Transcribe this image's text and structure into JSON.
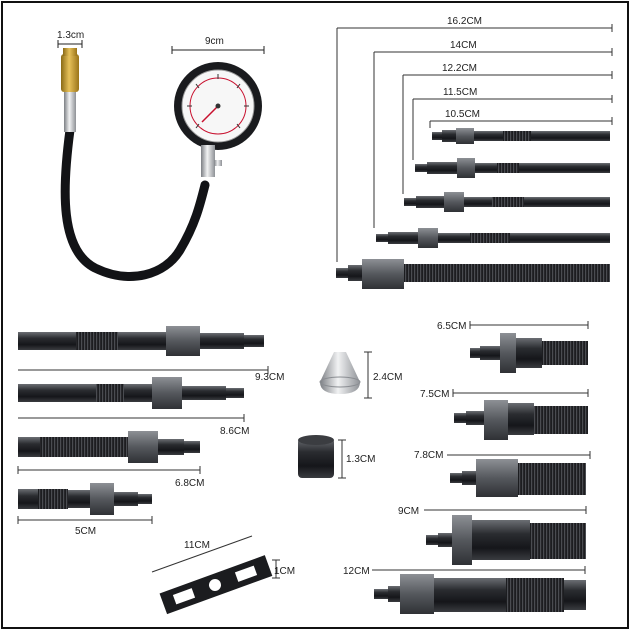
{
  "gauge": {
    "fitting_label": "1.3cm",
    "dial_label": "9cm"
  },
  "extensions": [
    {
      "label": "16.2CM"
    },
    {
      "label": "14CM"
    },
    {
      "label": "12.2CM"
    },
    {
      "label": "11.5CM"
    },
    {
      "label": "10.5CM"
    }
  ],
  "adapters_left": [
    {
      "label": "9.3CM"
    },
    {
      "label": "8.6CM"
    },
    {
      "label": "6.8CM"
    },
    {
      "label": "5CM"
    }
  ],
  "cone": {
    "label": "2.4CM"
  },
  "ring": {
    "label": "1.3CM"
  },
  "wrench": {
    "length_label": "11CM",
    "height_label": "1CM"
  },
  "adapters_right": [
    {
      "label": "6.5CM"
    },
    {
      "label": "7.5CM"
    },
    {
      "label": "7.8CM"
    },
    {
      "label": "9CM"
    },
    {
      "label": "12CM"
    }
  ]
}
